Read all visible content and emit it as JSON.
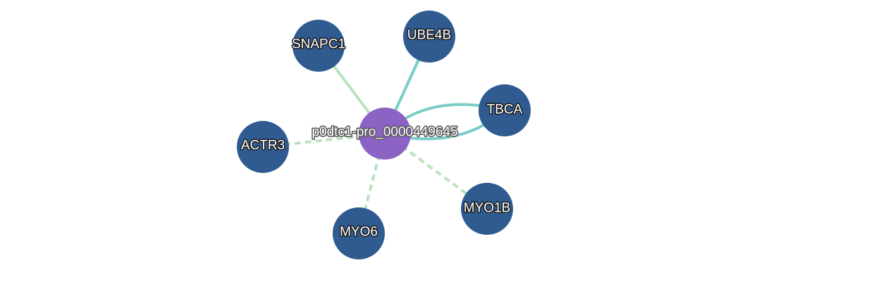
{
  "graph": {
    "hub": {
      "label": "p0dtc1-pro_0000449645",
      "color": "#8a63c5"
    },
    "node_color": "#2f5b91",
    "edge_colors": {
      "teal": "#79cdc7",
      "light_green": "#b9e3bd"
    },
    "nodes": [
      {
        "id": "snapc1",
        "label": "SNAPC1"
      },
      {
        "id": "ube4b",
        "label": "UBE4B"
      },
      {
        "id": "tbca",
        "label": "TBCA"
      },
      {
        "id": "actr3",
        "label": "ACTR3"
      },
      {
        "id": "myo6",
        "label": "MYO6"
      },
      {
        "id": "myo1b",
        "label": "MYO1B"
      }
    ],
    "edges": [
      {
        "target": "snapc1",
        "color": "light_green",
        "style": "solid"
      },
      {
        "target": "ube4b",
        "color": "teal",
        "style": "solid"
      },
      {
        "target": "tbca",
        "color": "teal",
        "style": "solid"
      },
      {
        "target": "tbca",
        "color": "teal",
        "style": "solid"
      },
      {
        "target": "actr3",
        "color": "light_green",
        "style": "dashed"
      },
      {
        "target": "myo6",
        "color": "light_green",
        "style": "dashed"
      },
      {
        "target": "myo1b",
        "color": "light_green",
        "style": "dashed"
      }
    ]
  }
}
